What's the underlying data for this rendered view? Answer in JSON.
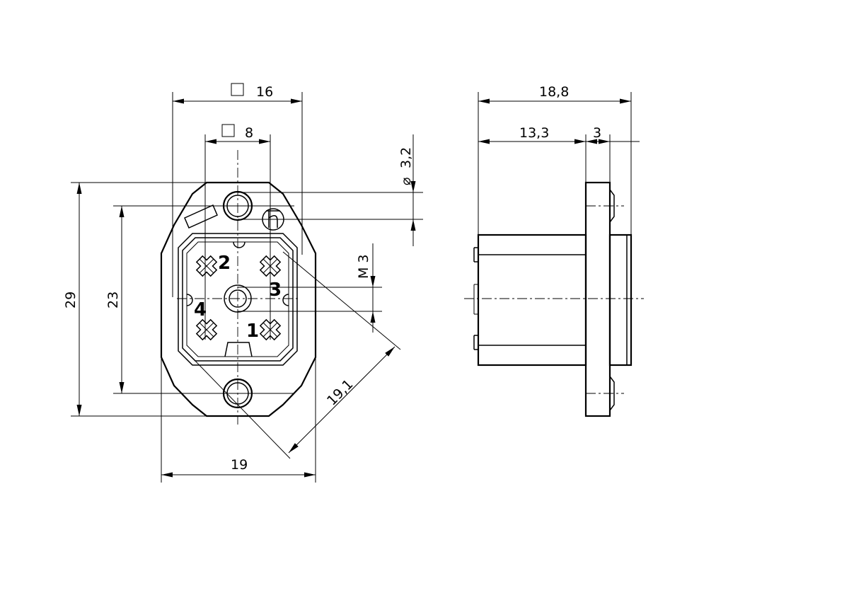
{
  "front_view": {
    "dim_square_16": "16",
    "dim_square_8": "8",
    "dim_hole_dia": "3,2",
    "dim_thread": "M 3",
    "dim_height_29": "29",
    "dim_height_23": "23",
    "dim_diagonal": "19,1",
    "dim_width_19": "19",
    "pins": {
      "p1": "1",
      "p2": "2",
      "p3": "3",
      "p4": "4"
    }
  },
  "side_view": {
    "dim_total": "18,8",
    "dim_body": "13,3",
    "dim_flange": "3"
  }
}
